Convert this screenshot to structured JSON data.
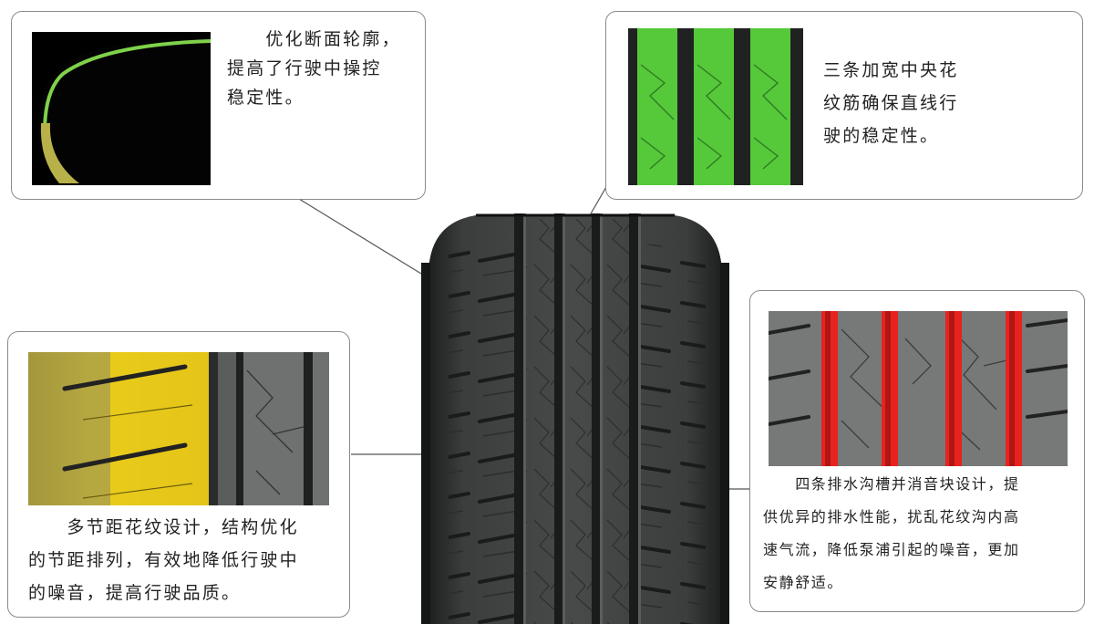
{
  "callouts": {
    "profile": {
      "lines": [
        "　　优化断面轮廓，",
        "提高了行驶中操控",
        "稳定性。"
      ]
    },
    "center_ribs": {
      "lines": [
        "三条加宽中央花",
        "纹筋确保直线行",
        "驶的稳定性。"
      ]
    },
    "pitch": {
      "lines": [
        "　　多节距花纹设计，结构优化",
        "的节距排列，有效地降低行驶中",
        "的噪音，提高行驶品质。"
      ]
    },
    "grooves": {
      "lines": [
        "　　四条排水沟槽并消音块设计，提",
        "供优异的排水性能，扰乱花纹沟内高",
        "速气流，降低泵浦引起的噪音，更加",
        "安静舒适。"
      ]
    }
  },
  "colors": {
    "tire_rubber": "#3a3d3c",
    "rib_highlight_green": "#55c93a",
    "groove_highlight_red": "#e8231f",
    "shoulder_highlight_yellow": "#e9cc1c",
    "profile_line_green": "#7fd24a",
    "callout_border": "#8a8a8a",
    "text": "#222222"
  }
}
